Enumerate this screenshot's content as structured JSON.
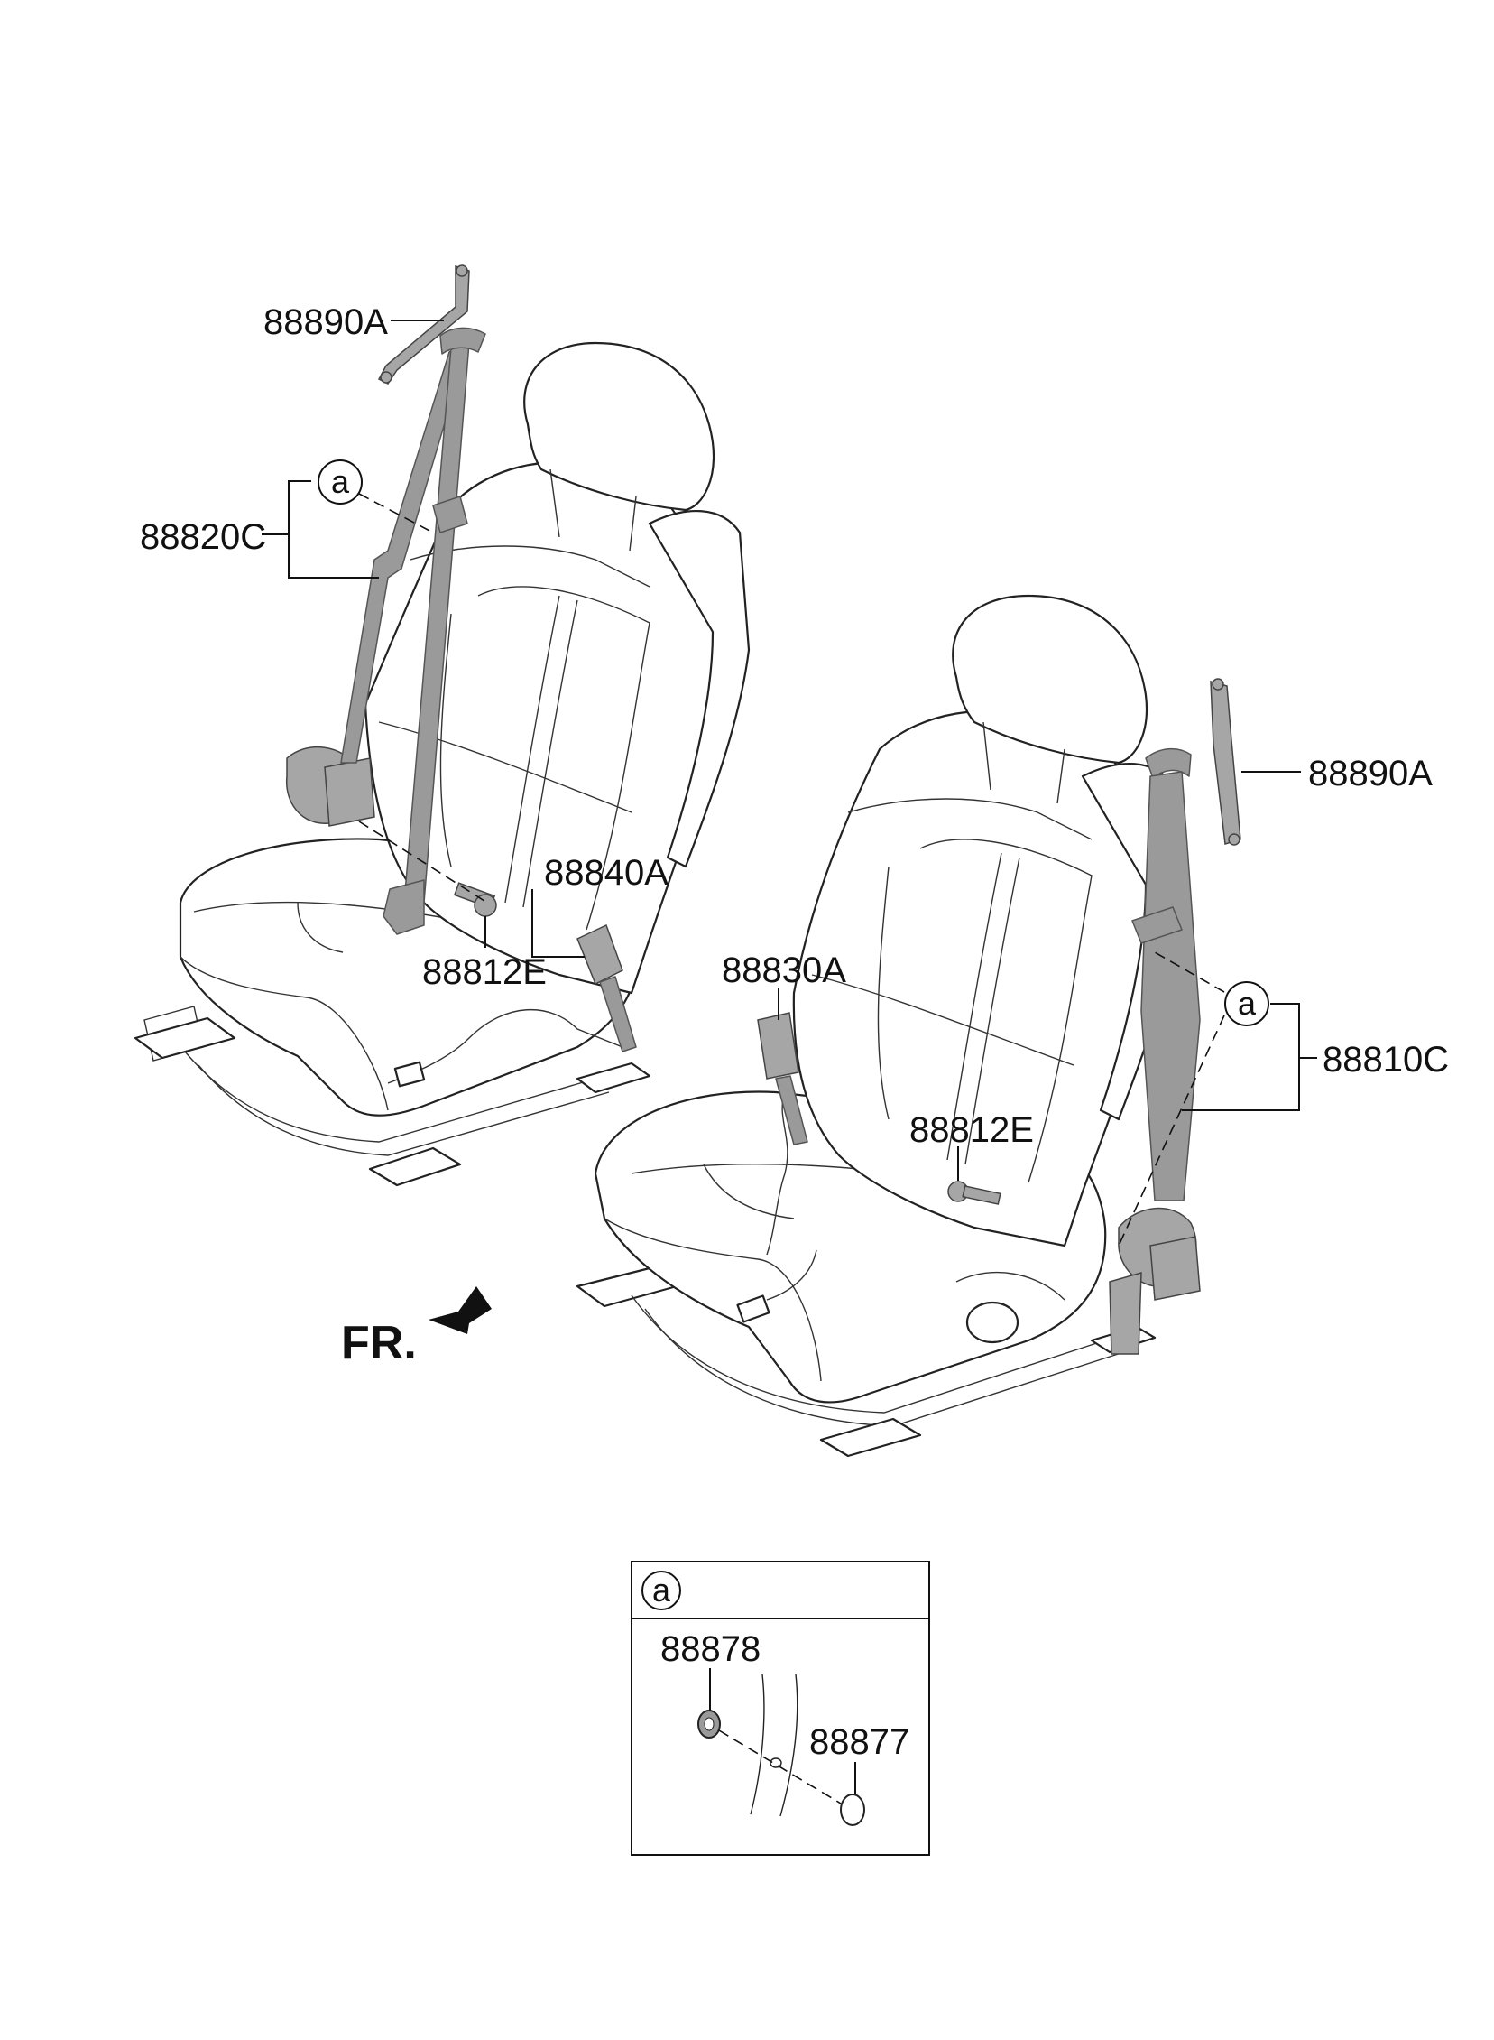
{
  "labels": {
    "rear_anchor_left": "88890A",
    "belt_assy_left": "88820C",
    "buckle_left": "88840A",
    "bolt_left": "88812E",
    "buckle_right": "88830A",
    "bolt_right": "88812E",
    "rear_anchor_right": "88890A",
    "belt_assy_right": "88810C",
    "front_indicator": "FR.",
    "callout_left": "a",
    "callout_right": "a"
  },
  "detail": {
    "callout": "a",
    "part_upper": "88878",
    "part_lower": "88877"
  }
}
